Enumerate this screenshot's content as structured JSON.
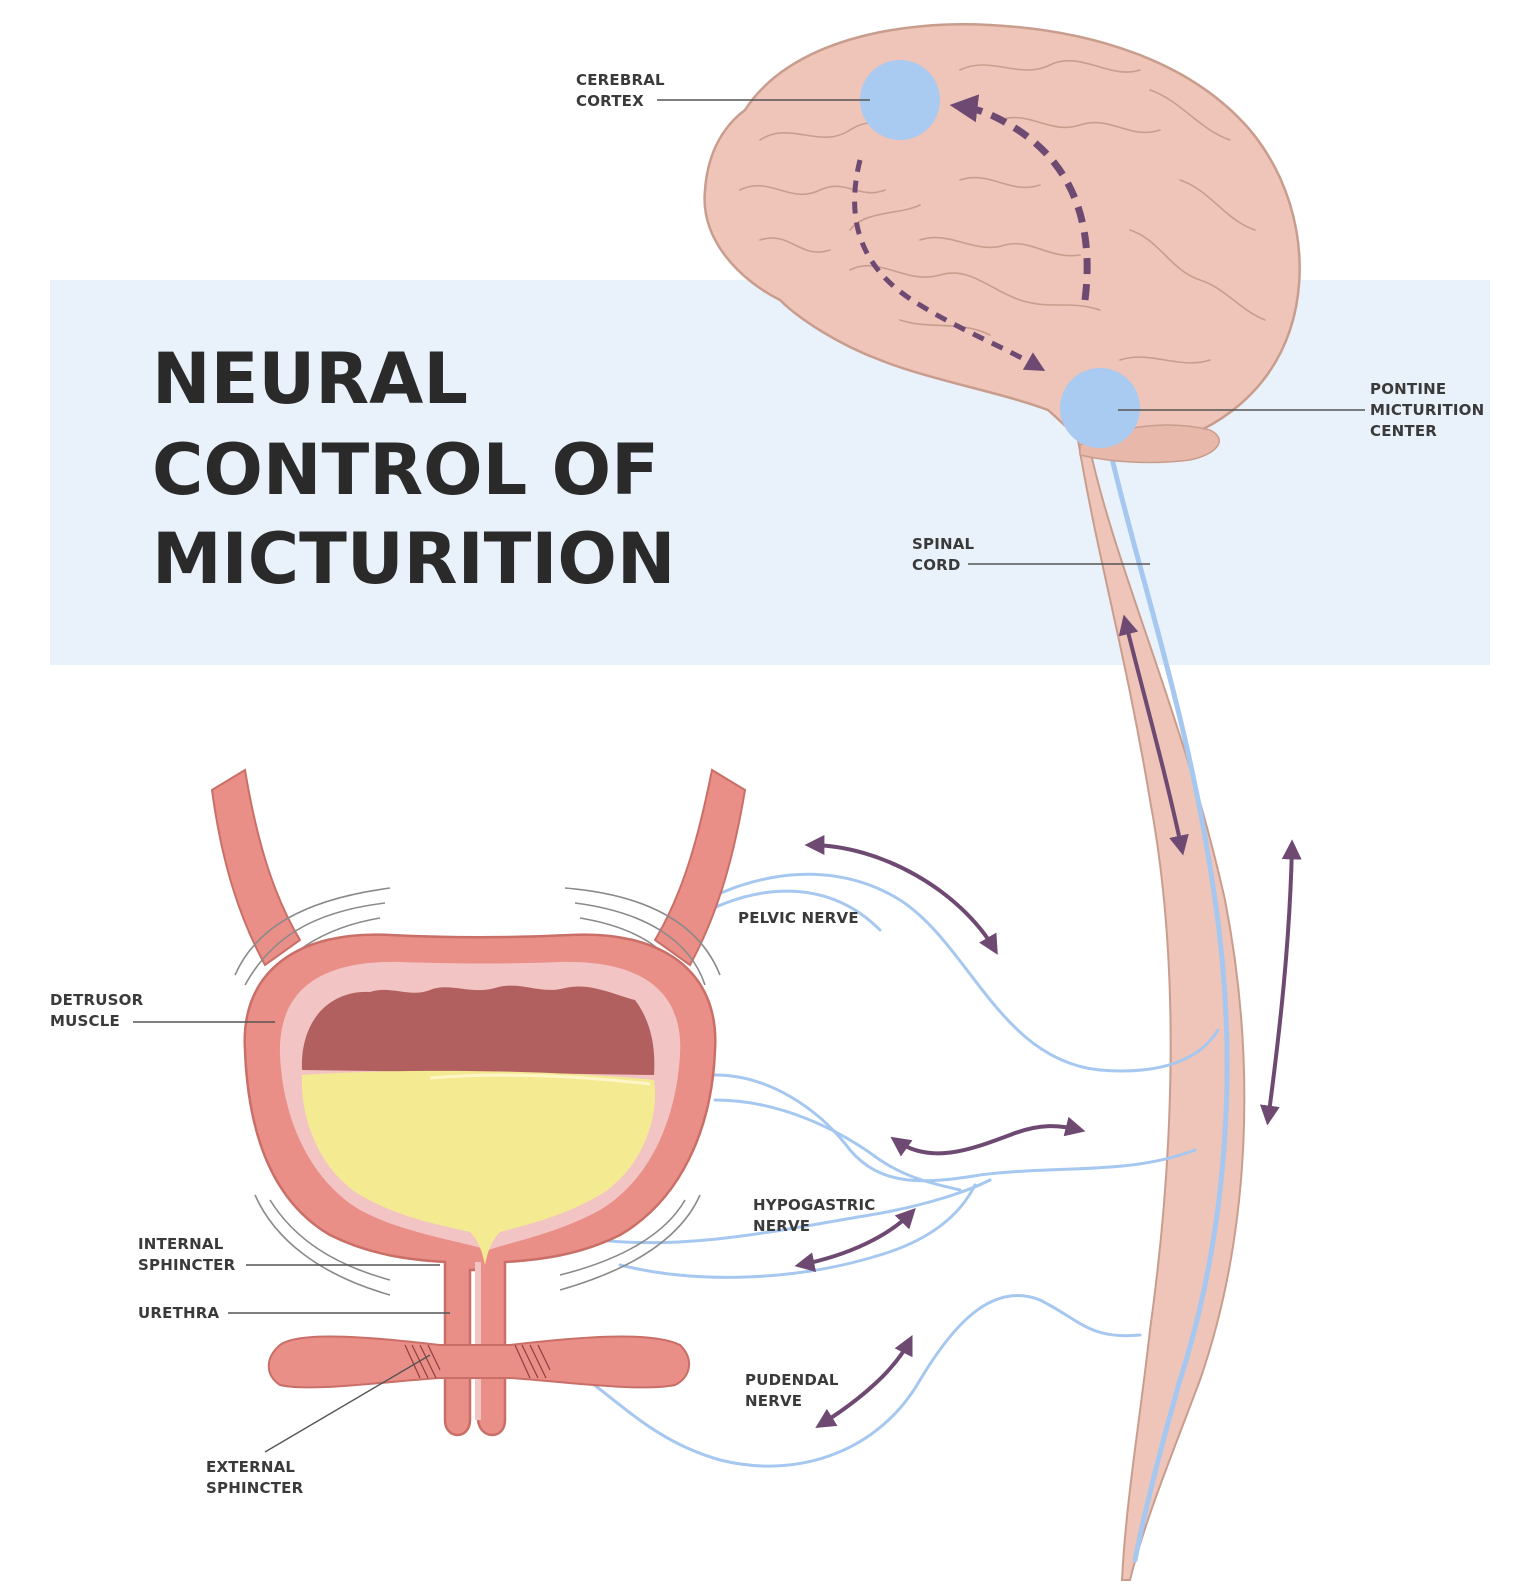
{
  "title": {
    "line1": "NEURAL",
    "line2": "CONTROL OF",
    "line3": "MICTURITION"
  },
  "labels": {
    "cerebral_cortex": [
      "CEREBRAL",
      "CORTEX"
    ],
    "pontine_center": [
      "PONTINE",
      "MICTURITION",
      "CENTER"
    ],
    "spinal_cord": [
      "SPINAL",
      "CORD"
    ],
    "pelvic_nerve": [
      "PELVIC NERVE"
    ],
    "hypogastric_nerve": [
      "HYPOGASTRIC",
      "NERVE"
    ],
    "pudendal_nerve": [
      "PUDENDAL",
      "NERVE"
    ],
    "detrusor_muscle": [
      "DETRUSOR",
      "MUSCLE"
    ],
    "internal_sphincter": [
      "INTERNAL",
      "SPHINCTER"
    ],
    "urethra": [
      "URETHRA"
    ],
    "external_sphincter": [
      "EXTERNAL",
      "SPHINCTER"
    ]
  },
  "colors": {
    "band": "#e9f2fb",
    "brain": "#eec5b8",
    "brain_outline": "#c99d8e",
    "node_blue": "#a9cbf2",
    "nerve_blue": "#a6c8f0",
    "arrow_purple": "#6e4a72",
    "bladder_wall": "#e98f87",
    "bladder_wall_dark": "#c96f68",
    "bladder_lining": "#f2c4c3",
    "urine": "#f4ea92",
    "tissue_dark": "#b1605f"
  }
}
